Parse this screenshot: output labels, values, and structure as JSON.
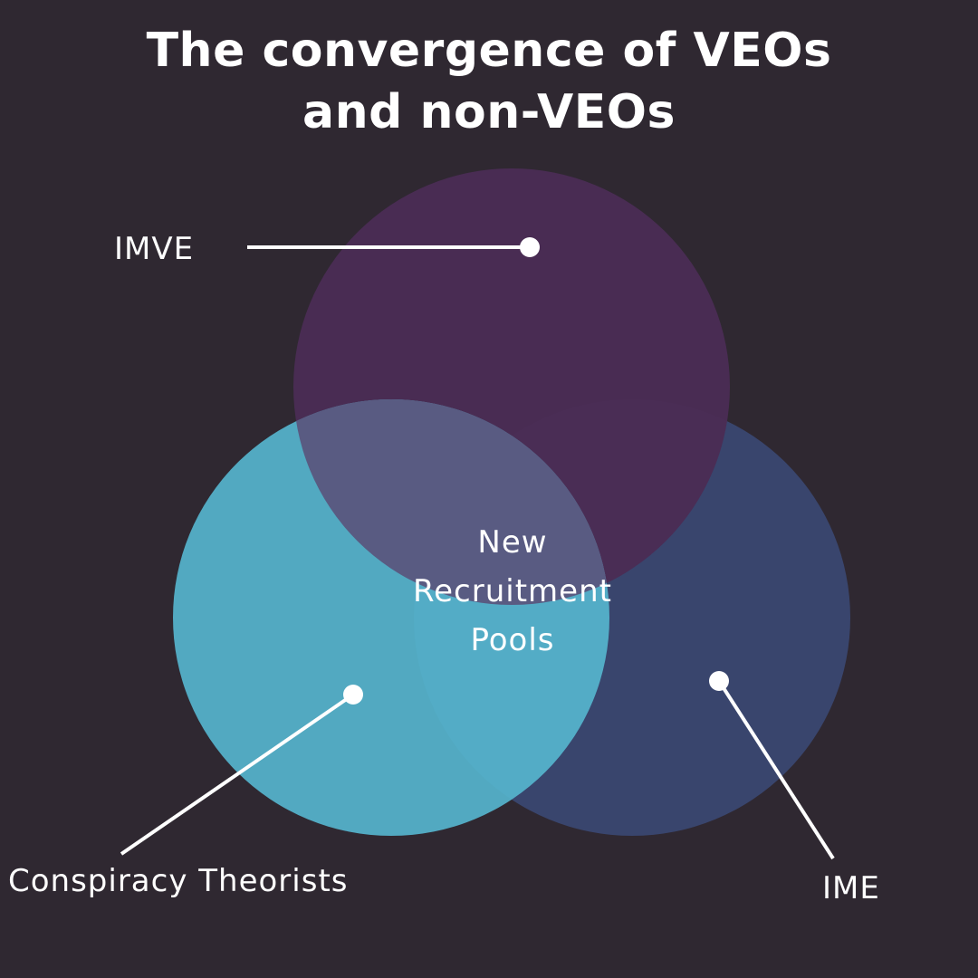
{
  "title": {
    "line1": "The convergence of VEOs",
    "line2": "and non-VEOs"
  },
  "sets": [
    {
      "label": "IMVE",
      "color": "#4a2c55"
    },
    {
      "label": "Conspiracy Theorists",
      "color": "#55b4cc"
    },
    {
      "label": "IME",
      "color": "#3a4670"
    }
  ],
  "center": {
    "line1": "New",
    "line2": "Recruitment",
    "line3": "Pools"
  },
  "colors": {
    "background": "#2f2831",
    "text": "#ffffff",
    "callout": "#ffffff"
  }
}
